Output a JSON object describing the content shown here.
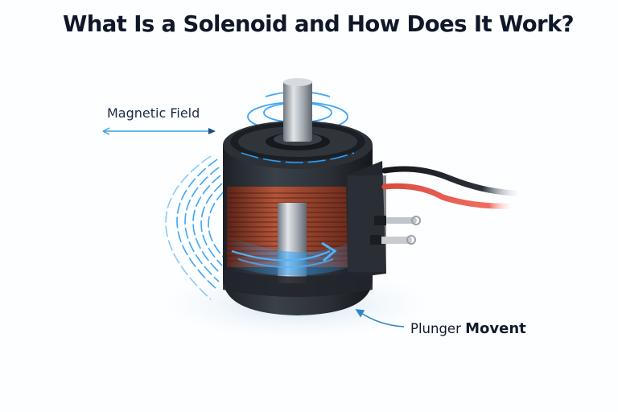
{
  "title": "What Is a Solenoid and How Does It Work?",
  "callouts": {
    "magnetic_field": {
      "label": "Magnetic Field",
      "arrow": "double-headed horizontal arrow"
    },
    "plunger_movement": {
      "label_regular": "Plunger",
      "label_bold": "Movent",
      "arrow": "curved arrow pointing to solenoid base"
    }
  },
  "illustration": {
    "subject": "cylindrical solenoid",
    "parts": [
      "plunger",
      "copper coil",
      "black housing",
      "connector block",
      "black wire",
      "red wire",
      "two terminal pins",
      "magnetic field lines"
    ]
  },
  "colors": {
    "background": "#fdfeff",
    "title_text": "#0f1729",
    "field_lines": "#2a9df4",
    "callout_arrow": "#2f86c4",
    "housing": "#2a2f36",
    "coil": "#a0472d",
    "plunger": "#b9bec4",
    "wire_red": "#e0574b",
    "wire_black": "#1b1d21"
  }
}
